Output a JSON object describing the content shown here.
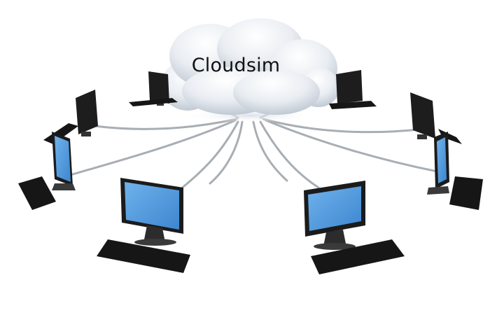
{
  "cloud": {
    "label": "Cloudsim"
  },
  "colors": {
    "background": "#ffffff",
    "cloud_light": "#ffffff",
    "cloud_shade": "#b9c3cf",
    "cable": "#a9aeb4",
    "screen_blue": "#4f9be0",
    "monitor_frame": "#1b1b1b",
    "keyboard": "#161616"
  },
  "computers": [
    {
      "id": "back-left",
      "screen": "back"
    },
    {
      "id": "back-right",
      "screen": "back"
    },
    {
      "id": "mid-left",
      "screen": "back"
    },
    {
      "id": "mid-right",
      "screen": "back"
    },
    {
      "id": "side-left",
      "screen": "side"
    },
    {
      "id": "side-right",
      "screen": "side"
    },
    {
      "id": "front-left",
      "screen": "front"
    },
    {
      "id": "front-right",
      "screen": "front"
    }
  ]
}
